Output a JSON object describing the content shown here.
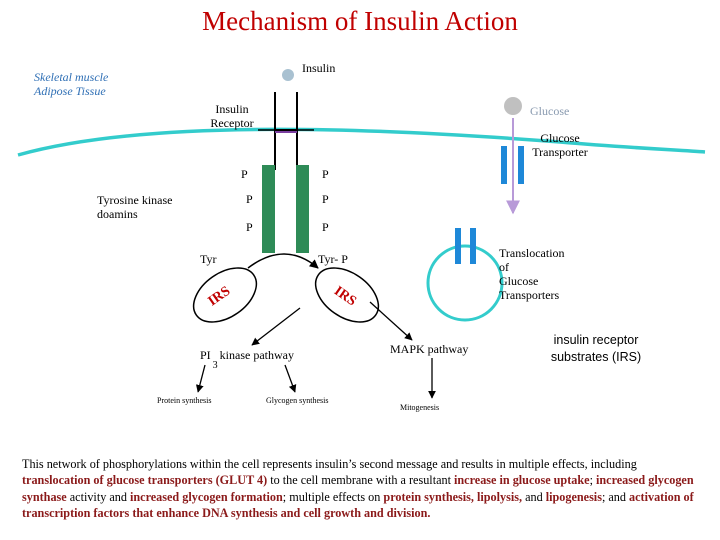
{
  "title": "Mechanism of Insulin Action",
  "labels": {
    "tissue_line1": "Skeletal muscle",
    "tissue_line2": "Adipose Tissue",
    "insulin": "Insulin",
    "insulin_receptor_line1": "Insulin",
    "insulin_receptor_line2": "Receptor",
    "glucose": "Glucose",
    "glucose_transporter_line1": "Glucose",
    "glucose_transporter_line2": "Transporter",
    "tyrosine_kinase_line1": "Tyrosine kinase",
    "tyrosine_kinase_line2": "doamins",
    "p": "P",
    "tyr": "Tyr",
    "tyr_p": "Tyr- P",
    "irs": "IRS",
    "translocation_line1": "Translocation",
    "translocation_line2": "of",
    "translocation_line3": "Glucose",
    "translocation_line4": "Transporters",
    "pi3_prefix": "PI",
    "pi3_subscript": "3",
    "pi3_suffix": "kinase pathway",
    "mapk": "MAPK pathway",
    "irs_full_line1": "insulin receptor",
    "irs_full_line2": "substrates (IRS)",
    "protein_synthesis": "Protein synthesis",
    "glycogen_synthesis": "Glycogen synthesis",
    "mitogenesis": "Mitogenesis"
  },
  "caption": {
    "s1": "This network of phosphorylations within the cell represents insulin’s second message and results in multiple effects, including ",
    "h1": "translocation of glucose transporters (GLUT 4)",
    "s2": " to the cell membrane with a resultant ",
    "h2": "increase in glucose uptake",
    "s3": "; ",
    "h3": "increased glycogen synthase",
    "s4": " activity and ",
    "h4": "increased glycogen formation",
    "s5": "; multiple effects on ",
    "h5": "protein synthesis, lipolysis,",
    "s6": " and ",
    "h6": "lipogenesis",
    "s7": "; and ",
    "h7": "activation of transcription factors that enhance DNA synthesis and cell growth and division."
  },
  "colors": {
    "title": "#c00000",
    "membrane": "#33cccc",
    "receptor": "#2e8b57",
    "transporter": "#1e88d8",
    "insulin_ball": "#a9c1d1",
    "glucose_ball": "#c0c0c0",
    "glucose_arrow": "#b89ad8",
    "irs_text": "#c00000",
    "tissue_text": "#2f6fb5",
    "caption_highlight": "#8b1a1a"
  }
}
